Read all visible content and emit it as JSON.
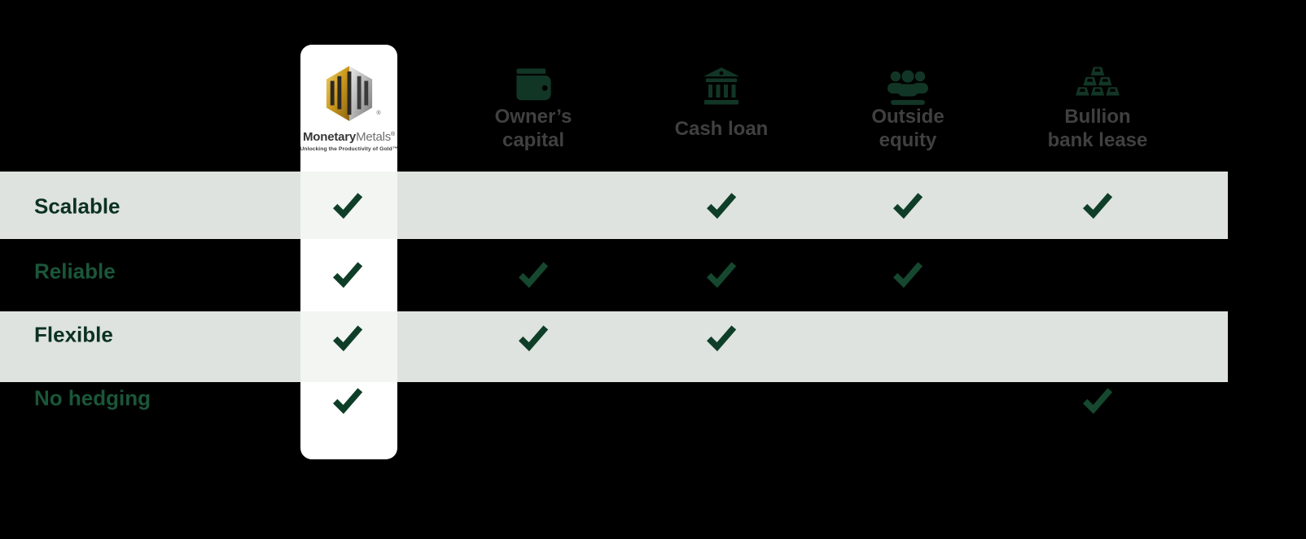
{
  "brand": {
    "name_bold": "Monetary",
    "name_light": "Metals",
    "registered_mark": "®",
    "tagline": "Unlocking the Productivity of Gold™"
  },
  "columns": [
    {
      "id": "monetary-metals",
      "label": "Monetary Metals",
      "icon": "monetary-metals-logo",
      "line1": "",
      "line2": ""
    },
    {
      "id": "owners-capital",
      "label": "Owner’s capital",
      "icon": "wallet-icon",
      "line1": "Owner’s",
      "line2": "capital"
    },
    {
      "id": "cash-loan",
      "label": "Cash loan",
      "icon": "bank-icon",
      "line1": "Cash loan",
      "line2": ""
    },
    {
      "id": "outside-equity",
      "label": "Outside equity",
      "icon": "people-icon",
      "line1": "Outside",
      "line2": "equity"
    },
    {
      "id": "bullion-bank-lease",
      "label": "Bullion bank lease",
      "icon": "gold-bars-icon",
      "line1": "Bullion",
      "line2": "bank lease"
    }
  ],
  "rows": [
    {
      "label": "Scalable"
    },
    {
      "label": "Reliable"
    },
    {
      "label": "Flexible"
    },
    {
      "label": "No hedging"
    }
  ],
  "chart_data": {
    "type": "table",
    "columns": [
      "Monetary Metals",
      "Owner’s capital",
      "Cash loan",
      "Outside equity",
      "Bullion bank lease"
    ],
    "rows": [
      "Scalable",
      "Reliable",
      "Flexible",
      "No hedging"
    ],
    "matrix": [
      [
        1,
        0,
        1,
        1,
        1
      ],
      [
        1,
        1,
        1,
        1,
        0
      ],
      [
        1,
        1,
        1,
        0,
        0
      ],
      [
        1,
        0,
        0,
        0,
        1
      ]
    ],
    "cell_true_symbol": "✔"
  },
  "colors": {
    "background": "#000000",
    "row_band": "#dee3df",
    "card_background": "#ffffff",
    "card_band_tint": "#f2f5f2",
    "check_green": "#0f3e28",
    "icon_green": "#123626",
    "header_text": "#404040",
    "row_label_on_band": "#0c3125",
    "row_label_on_dark": "#1b5639",
    "logo_gold": "#c9971c",
    "logo_silver": "#9a9a9a"
  }
}
